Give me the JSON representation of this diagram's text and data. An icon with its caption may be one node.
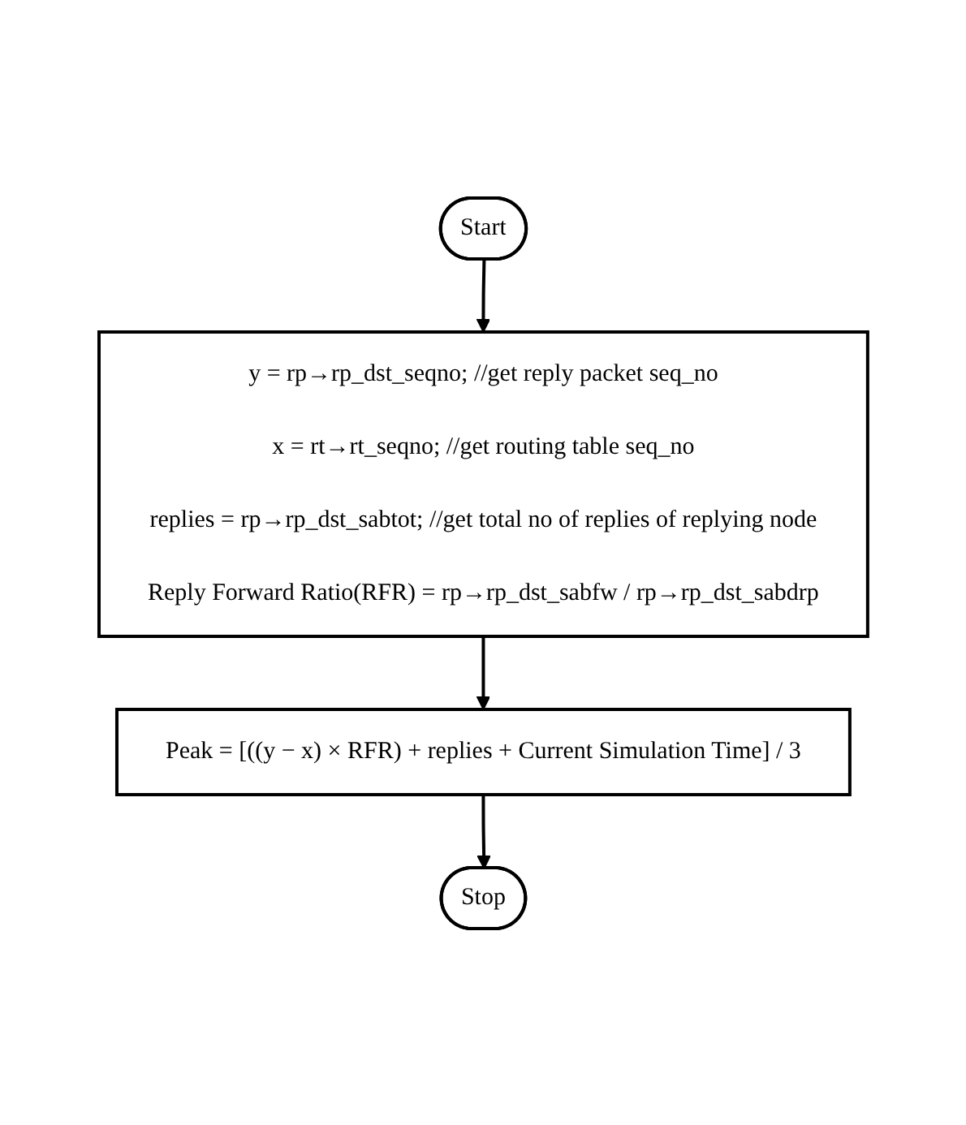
{
  "diagram": {
    "nodes": [
      {
        "text": [
          "Start"
        ]
      },
      {
        "text": [
          "y = rp→rp_dst_seqno; //get reply packet seq_no",
          "x = rt→rt_seqno; //get routing table seq_no",
          "replies = rp→rp_dst_sabtot; //get total no of replies of replying node",
          "Reply Forward Ratio(RFR) = rp→rp_dst_sabfw / rp→rp_dst_sabdrp"
        ]
      },
      {
        "text": [
          "Peak = [((y − x) × RFR) + replies + Current Simulation Time] / 3"
        ]
      },
      {
        "text": [
          "Stop"
        ]
      }
    ],
    "edges": [
      {
        "from": 0,
        "to": 1,
        "arrow": "to"
      },
      {
        "from": 1,
        "to": 2,
        "arrow": "to"
      },
      {
        "from": 2,
        "to": 3,
        "arrow": "to"
      }
    ]
  }
}
